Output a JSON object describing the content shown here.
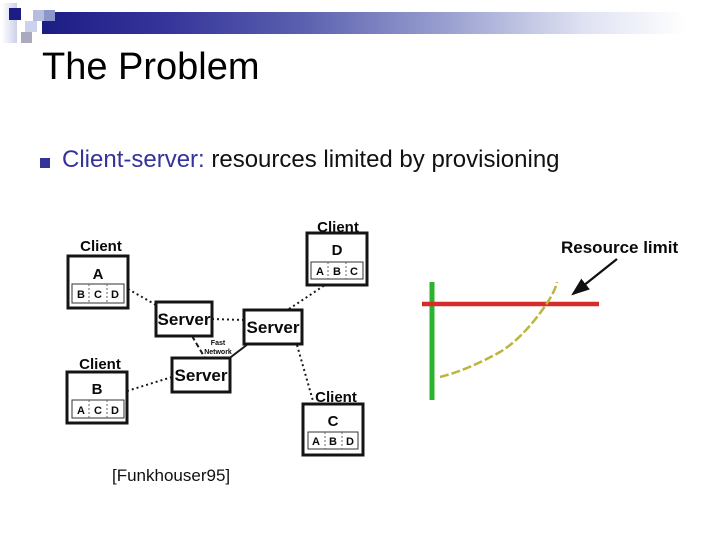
{
  "header": {
    "title": "The Problem",
    "accent_navy": "#1c1c85"
  },
  "bullet": {
    "marker_color": "#333399",
    "lead": "Client-server:",
    "rest": " resources limited by provisioning"
  },
  "figure": {
    "clients": [
      {
        "caption": "Client",
        "name": "A",
        "items": [
          "B",
          "C",
          "D"
        ]
      },
      {
        "caption": "Client",
        "name": "D",
        "items": [
          "A",
          "B",
          "C"
        ]
      },
      {
        "caption": "Client",
        "name": "B",
        "items": [
          "A",
          "C",
          "D"
        ]
      },
      {
        "caption": "Client",
        "name": "C",
        "items": [
          "A",
          "B",
          "D"
        ]
      }
    ],
    "servers": [
      "Server",
      "Server",
      "Server"
    ],
    "network_label": {
      "line1": "Fast",
      "line2": "Network"
    },
    "citation": "[Funkhouser95]"
  },
  "chart": {
    "annotation": "Resource limit",
    "colors": {
      "axis_green": "#2db32d",
      "limit_red": "#d62b2b",
      "curve_olive": "#bdb53b",
      "annotation_red": "#d42a2a"
    }
  },
  "chart_data": {
    "type": "line",
    "title": "",
    "xlabel": "",
    "ylabel": "",
    "xlim": [
      0,
      1
    ],
    "ylim": [
      0,
      1
    ],
    "grid": false,
    "axis_ticks": "none (unlabeled qualitative sketch, green L-shaped axes)",
    "annotations": [
      {
        "text": "Resource limit",
        "color": "#d42a2a",
        "arrow": "black arrow pointing to the red horizontal line"
      }
    ],
    "series": [
      {
        "name": "resource limit",
        "style": "solid horizontal line",
        "color": "#d62b2b",
        "y_constant": 0.81
      },
      {
        "name": "resource demand growth",
        "style": "dashed rising curve",
        "color": "#bdb53b",
        "x": [
          0.04,
          0.26,
          0.45,
          0.53,
          0.6,
          0.65,
          0.67
        ],
        "y": [
          0.18,
          0.31,
          0.48,
          0.6,
          0.74,
          0.88,
          0.99
        ]
      }
    ]
  }
}
